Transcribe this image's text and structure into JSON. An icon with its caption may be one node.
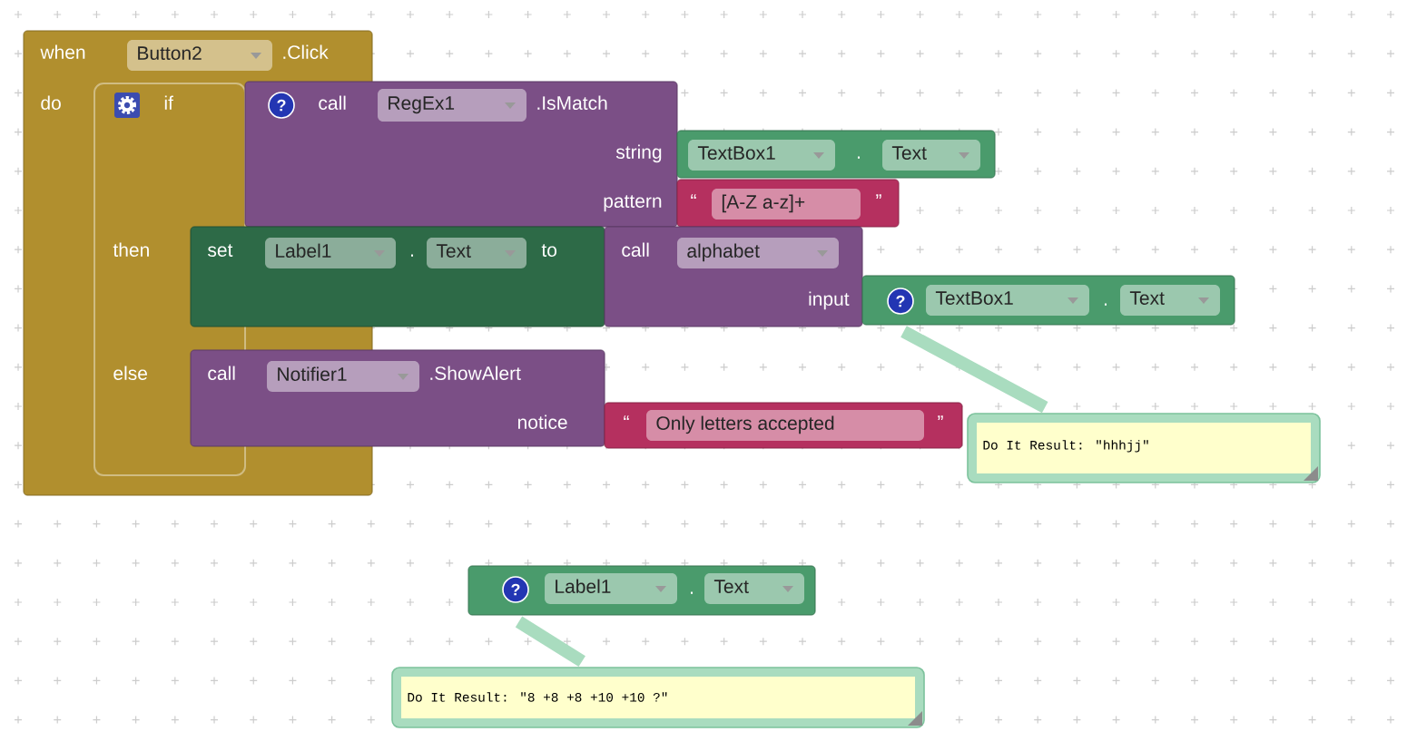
{
  "diagram": {
    "nodes": [
      {
        "text": [
          "when",
          ".Click",
          "do"
        ]
      },
      {
        "text": [
          "Button2"
        ],
        "in": 0
      },
      {
        "text": [
          "if",
          "then",
          "else"
        ],
        "in": 0
      },
      {
        "text": [
          "?",
          "call",
          ".IsMatch",
          "string",
          "pattern"
        ]
      },
      {
        "text": [
          "RegEx1"
        ],
        "in": 3
      },
      {
        "text": [
          "."
        ]
      },
      {
        "text": [
          "TextBox1"
        ],
        "in": 5
      },
      {
        "text": [
          "Text"
        ],
        "in": 5
      },
      {
        "text": [
          "“",
          "”"
        ]
      },
      {
        "text": [
          "[A-Z a-z]+"
        ],
        "in": 8
      },
      {
        "text": [
          "set",
          ".",
          "to"
        ]
      },
      {
        "text": [
          "Label1"
        ],
        "in": 10
      },
      {
        "text": [
          "Text"
        ],
        "in": 10
      },
      {
        "text": [
          "call",
          "input"
        ]
      },
      {
        "text": [
          "alphabet"
        ],
        "in": 13
      },
      {
        "text": [
          "?",
          "."
        ]
      },
      {
        "text": [
          "TextBox1"
        ],
        "in": 15
      },
      {
        "text": [
          "Text"
        ],
        "in": 15
      },
      {
        "text": [
          "call",
          ".ShowAlert",
          "notice"
        ]
      },
      {
        "text": [
          "Notifier1"
        ],
        "in": 18
      },
      {
        "text": [
          "“",
          "”"
        ]
      },
      {
        "text": [
          "Only letters accepted"
        ],
        "in": 20
      },
      {
        "text": [
          "Do It Result: \"hhhjj\""
        ]
      },
      {
        "text": [
          "?",
          "."
        ]
      },
      {
        "text": [
          "Label1"
        ],
        "in": 23
      },
      {
        "text": [
          "Text"
        ],
        "in": 23
      },
      {
        "text": [
          "Do It Result: \"8 +8 +8 +10 +10 ?\""
        ]
      }
    ],
    "edges": [
      {
        "from": 22,
        "to": 15,
        "arrow": "none"
      },
      {
        "from": 26,
        "to": 23,
        "arrow": "none"
      }
    ]
  }
}
